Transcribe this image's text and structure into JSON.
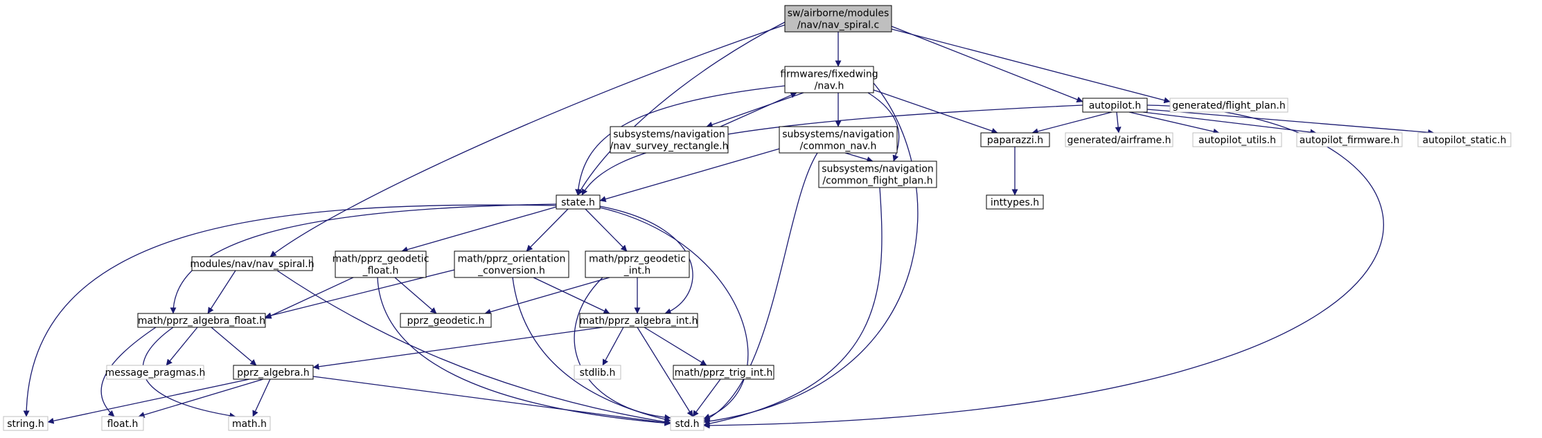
{
  "graph": {
    "edge_color": "#191970",
    "root_fill": "#bfbfbf",
    "node_fill": "#ffffff",
    "local_border": "#000000",
    "external_border": "#bfbfbf",
    "nodes": [
      {
        "id": "root",
        "kind": "root",
        "lines": [
          "sw/airborne/modules",
          "/nav/nav_spiral.c"
        ]
      },
      {
        "id": "nav_h",
        "kind": "local",
        "lines": [
          "firmwares/fixedwing",
          "/nav.h"
        ]
      },
      {
        "id": "autopilot_h",
        "kind": "local",
        "lines": [
          "autopilot.h"
        ]
      },
      {
        "id": "flight_plan_h",
        "kind": "external",
        "lines": [
          "generated/flight_plan.h"
        ]
      },
      {
        "id": "nav_survey_rect",
        "kind": "local",
        "lines": [
          "subsystems/navigation",
          "/nav_survey_rectangle.h"
        ]
      },
      {
        "id": "common_nav_h",
        "kind": "local",
        "lines": [
          "subsystems/navigation",
          "/common_nav.h"
        ]
      },
      {
        "id": "paparazzi_h",
        "kind": "local",
        "lines": [
          "paparazzi.h"
        ]
      },
      {
        "id": "airframe_h",
        "kind": "external",
        "lines": [
          "generated/airframe.h"
        ]
      },
      {
        "id": "autopilot_utils_h",
        "kind": "external",
        "lines": [
          "autopilot_utils.h"
        ]
      },
      {
        "id": "autopilot_firmware_h",
        "kind": "external",
        "lines": [
          "autopilot_firmware.h"
        ]
      },
      {
        "id": "autopilot_static_h",
        "kind": "external",
        "lines": [
          "autopilot_static.h"
        ]
      },
      {
        "id": "state_h",
        "kind": "local",
        "lines": [
          "state.h"
        ]
      },
      {
        "id": "common_fp_h",
        "kind": "local",
        "lines": [
          "subsystems/navigation",
          "/common_flight_plan.h"
        ]
      },
      {
        "id": "inttypes_h",
        "kind": "local",
        "lines": [
          "inttypes.h"
        ]
      },
      {
        "id": "nav_spiral_h",
        "kind": "local",
        "lines": [
          "modules/nav/nav_spiral.h"
        ]
      },
      {
        "id": "geodetic_float_h",
        "kind": "local",
        "lines": [
          "math/pprz_geodetic",
          "_float.h"
        ]
      },
      {
        "id": "orientation_h",
        "kind": "local",
        "lines": [
          "math/pprz_orientation",
          "_conversion.h"
        ]
      },
      {
        "id": "geodetic_int_h",
        "kind": "local",
        "lines": [
          "math/pprz_geodetic",
          "_int.h"
        ]
      },
      {
        "id": "algebra_float_h",
        "kind": "local",
        "lines": [
          "math/pprz_algebra_float.h"
        ]
      },
      {
        "id": "pprz_geodetic_h",
        "kind": "local",
        "lines": [
          "pprz_geodetic.h"
        ]
      },
      {
        "id": "algebra_int_h",
        "kind": "local",
        "lines": [
          "math/pprz_algebra_int.h"
        ]
      },
      {
        "id": "message_pragmas_h",
        "kind": "external",
        "lines": [
          "message_pragmas.h"
        ]
      },
      {
        "id": "pprz_algebra_h",
        "kind": "local",
        "lines": [
          "pprz_algebra.h"
        ]
      },
      {
        "id": "stdlib_h",
        "kind": "external",
        "lines": [
          "stdlib.h"
        ]
      },
      {
        "id": "trig_int_h",
        "kind": "local",
        "lines": [
          "math/pprz_trig_int.h"
        ]
      },
      {
        "id": "string_h",
        "kind": "external",
        "lines": [
          "string.h"
        ]
      },
      {
        "id": "float_h",
        "kind": "external",
        "lines": [
          "float.h"
        ]
      },
      {
        "id": "math_h",
        "kind": "external",
        "lines": [
          "math.h"
        ]
      },
      {
        "id": "std_h",
        "kind": "external",
        "lines": [
          "std.h"
        ]
      }
    ],
    "edges": [
      [
        "root",
        "nav_h"
      ],
      [
        "root",
        "autopilot_h"
      ],
      [
        "root",
        "flight_plan_h"
      ],
      [
        "root",
        "state_h"
      ],
      [
        "root",
        "nav_spiral_h"
      ],
      [
        "nav_h",
        "nav_survey_rect"
      ],
      [
        "nav_survey_rect",
        "nav_h"
      ],
      [
        "nav_h",
        "common_nav_h"
      ],
      [
        "nav_h",
        "paparazzi_h"
      ],
      [
        "nav_h",
        "state_h"
      ],
      [
        "nav_h",
        "common_fp_h"
      ],
      [
        "nav_h",
        "std_h"
      ],
      [
        "autopilot_h",
        "paparazzi_h"
      ],
      [
        "autopilot_h",
        "airframe_h"
      ],
      [
        "autopilot_h",
        "autopilot_utils_h"
      ],
      [
        "autopilot_h",
        "autopilot_firmware_h"
      ],
      [
        "autopilot_h",
        "autopilot_static_h"
      ],
      [
        "autopilot_h",
        "state_h"
      ],
      [
        "autopilot_h",
        "std_h"
      ],
      [
        "common_nav_h",
        "state_h"
      ],
      [
        "common_nav_h",
        "common_fp_h"
      ],
      [
        "common_nav_h",
        "std_h"
      ],
      [
        "paparazzi_h",
        "inttypes_h"
      ],
      [
        "common_fp_h",
        "std_h"
      ],
      [
        "state_h",
        "geodetic_float_h"
      ],
      [
        "state_h",
        "orientation_h"
      ],
      [
        "state_h",
        "geodetic_int_h"
      ],
      [
        "state_h",
        "algebra_float_h"
      ],
      [
        "state_h",
        "algebra_int_h"
      ],
      [
        "state_h",
        "string_h"
      ],
      [
        "state_h",
        "std_h"
      ],
      [
        "nav_spiral_h",
        "algebra_float_h"
      ],
      [
        "nav_spiral_h",
        "std_h"
      ],
      [
        "geodetic_float_h",
        "algebra_float_h"
      ],
      [
        "geodetic_float_h",
        "pprz_geodetic_h"
      ],
      [
        "geodetic_float_h",
        "std_h"
      ],
      [
        "orientation_h",
        "algebra_float_h"
      ],
      [
        "orientation_h",
        "algebra_int_h"
      ],
      [
        "orientation_h",
        "std_h"
      ],
      [
        "geodetic_int_h",
        "pprz_geodetic_h"
      ],
      [
        "geodetic_int_h",
        "algebra_int_h"
      ],
      [
        "geodetic_int_h",
        "std_h"
      ],
      [
        "algebra_float_h",
        "message_pragmas_h"
      ],
      [
        "algebra_float_h",
        "pprz_algebra_h"
      ],
      [
        "algebra_float_h",
        "float_h"
      ],
      [
        "algebra_float_h",
        "math_h"
      ],
      [
        "algebra_int_h",
        "pprz_algebra_h"
      ],
      [
        "algebra_int_h",
        "stdlib_h"
      ],
      [
        "algebra_int_h",
        "trig_int_h"
      ],
      [
        "algebra_int_h",
        "std_h"
      ],
      [
        "trig_int_h",
        "std_h"
      ],
      [
        "pprz_algebra_h",
        "string_h"
      ],
      [
        "pprz_algebra_h",
        "float_h"
      ],
      [
        "pprz_algebra_h",
        "math_h"
      ],
      [
        "pprz_algebra_h",
        "std_h"
      ]
    ]
  }
}
